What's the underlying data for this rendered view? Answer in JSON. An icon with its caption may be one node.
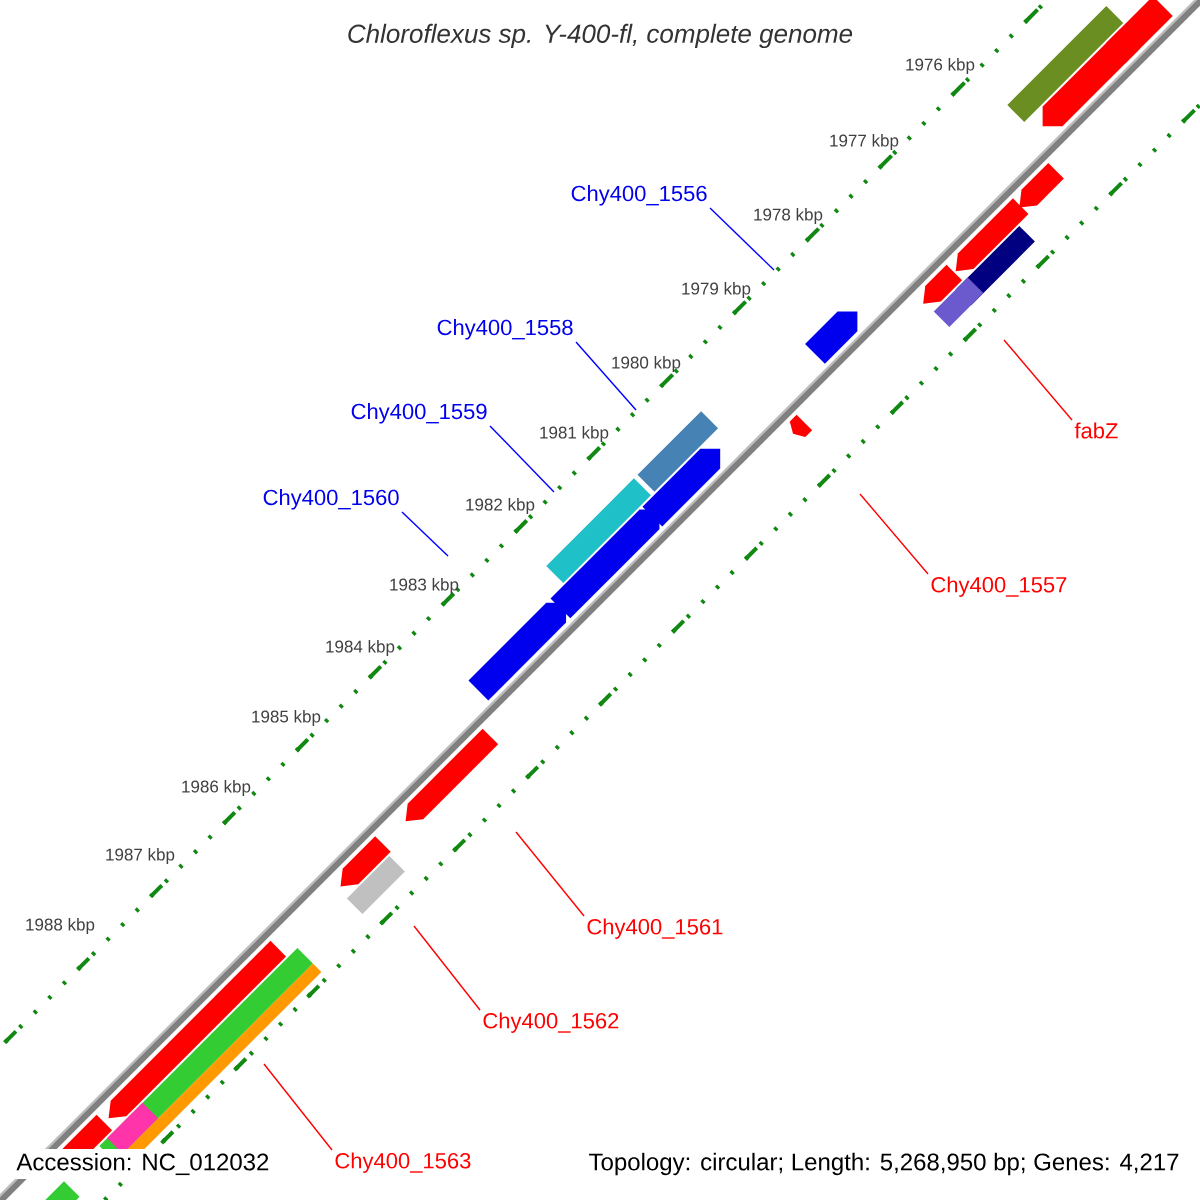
{
  "diagram": {
    "title": "Chloroflexus sp. Y-400-fl, complete genome",
    "nodes": [
      {
        "text": [
          "Chy400_1556"
        ]
      },
      {
        "text": [
          "Chy400_1558"
        ]
      },
      {
        "text": [
          "Chy400_1559"
        ]
      },
      {
        "text": [
          "Chy400_1560"
        ]
      },
      {
        "text": [
          "fabZ"
        ]
      },
      {
        "text": [
          "Chy400_1557"
        ]
      },
      {
        "text": [
          "Chy400_1561"
        ]
      },
      {
        "text": [
          "Chy400_1562"
        ]
      },
      {
        "text": [
          "Chy400_1563"
        ]
      }
    ],
    "edges": [
      {
        "from": 0,
        "to": null,
        "arrow": "none",
        "color": "#0000ff"
      },
      {
        "from": 1,
        "to": null,
        "arrow": "none",
        "color": "#0000ff"
      },
      {
        "from": 2,
        "to": null,
        "arrow": "none",
        "color": "#0000ff"
      },
      {
        "from": 3,
        "to": null,
        "arrow": "none",
        "color": "#0000ff"
      },
      {
        "from": 4,
        "to": null,
        "arrow": "none"
      },
      {
        "from": 5,
        "to": null,
        "arrow": "none"
      },
      {
        "from": 6,
        "to": null,
        "arrow": "none"
      },
      {
        "from": 7,
        "to": null,
        "arrow": "none"
      },
      {
        "from": 8,
        "to": null,
        "arrow": "none"
      }
    ],
    "labels": [
      "1976 kbp",
      "1977 kbp",
      "1978 kbp",
      "1979 kbp",
      "1980 kbp",
      "1981 kbp",
      "1982 kbp",
      "1983 kbp",
      "1984 kbp",
      "1985 kbp",
      "1986 kbp",
      "1987 kbp",
      "1988 kbp",
      "Accession: NC_012032",
      "Topology: circular; Length: 5,268,950 bp; Genes: 4,217"
    ]
  }
}
